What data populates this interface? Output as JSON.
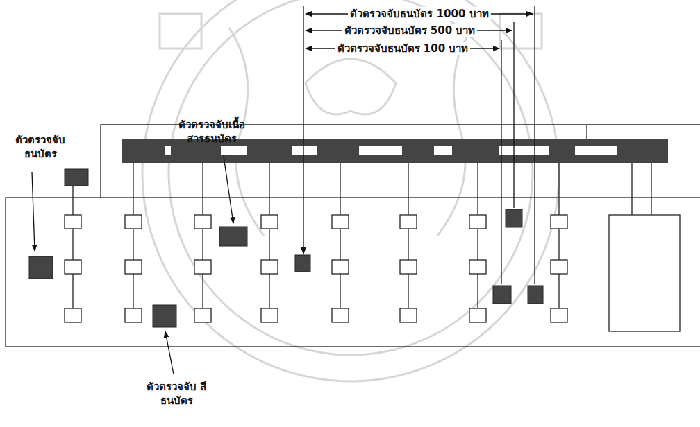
{
  "diagram": {
    "labels": [
      "ตัวตรวจจับ ธนบัตร",
      "ตัวตรวจจับเนื้อ สารธนบัตร",
      "ตัวตรวจจับธนบัตร 1000 บาท",
      "ตัวตรวจจับธนบัตร 500 บาท",
      "ตัวตรวจจับธนบัตร 100 บาท",
      "ตัวตรวจจับ สีธนบัตร"
    ]
  }
}
